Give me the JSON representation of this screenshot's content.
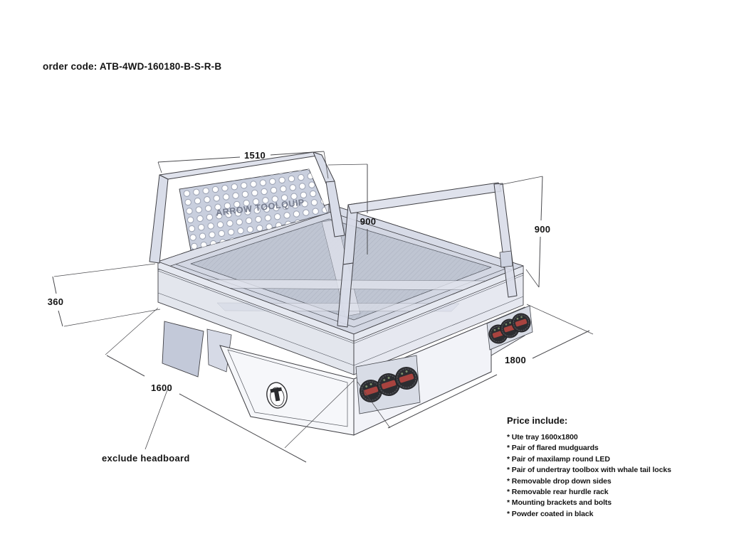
{
  "header": {
    "order_code": "order code: ATB-4WD-160180-B-S-R-B"
  },
  "drawing": {
    "brand_text": "ARROW TOOLQUIP",
    "note": "exclude headboard",
    "dimensions": {
      "headboard_width": "1510",
      "headboard_height": "900",
      "rack_height": "900",
      "tray_side_height": "360",
      "tray_width": "1600",
      "tray_length": "1800"
    }
  },
  "price": {
    "heading": "Price include:",
    "items": [
      "* Ute tray 1600x1800",
      "* Pair of flared mudguards",
      "* Pair of maxilamp round LED",
      "* Pair of undertray toolbox with whale tail locks",
      "* Removable drop down sides",
      "* Removable rear hurdle rack",
      "* Mounting brackets and bolts",
      "* Powder coated in black"
    ]
  },
  "colors": {
    "outline": "#3f3f44",
    "panel_light": "#e3e6ef",
    "panel_mid": "#ced3e1",
    "mesh_panel": "#c9cfde",
    "led_red": "#a8433f",
    "text": "#141414"
  }
}
